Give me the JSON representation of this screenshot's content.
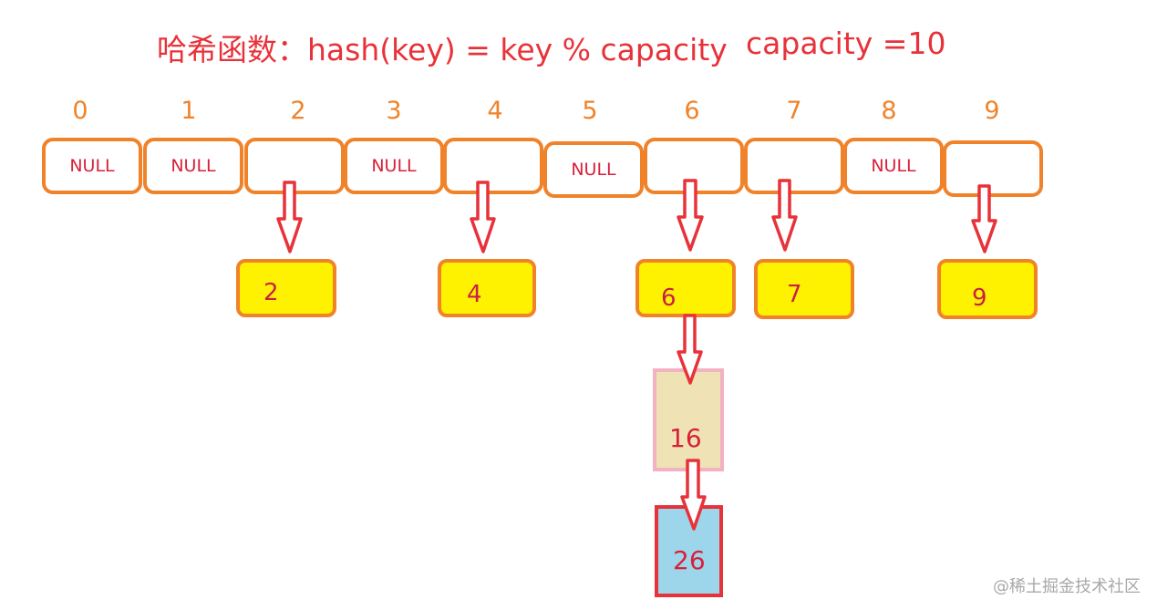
{
  "title": "哈希函数：hash(key) = key % capacity",
  "capacity_label": "capacity =10",
  "slots": [
    {
      "index": "0",
      "label": "NULL"
    },
    {
      "index": "1",
      "label": "NULL"
    },
    {
      "index": "2",
      "label": ""
    },
    {
      "index": "3",
      "label": "NULL"
    },
    {
      "index": "4",
      "label": ""
    },
    {
      "index": "5",
      "label": "NULL"
    },
    {
      "index": "6",
      "label": ""
    },
    {
      "index": "7",
      "label": ""
    },
    {
      "index": "8",
      "label": "NULL"
    },
    {
      "index": "9",
      "label": ""
    }
  ],
  "nodes": [
    "2",
    "4",
    "6",
    "7",
    "9"
  ],
  "chain": [
    "16",
    "26"
  ],
  "watermark": "@稀土掘金技术社区",
  "colors": {
    "title": "#e8323a",
    "index": "#f0832a",
    "slot_border": "#f0832a",
    "node_fill": "#fff200",
    "arrow": "#e8323a",
    "chain16_fill": "#efe2b4",
    "chain26_fill": "#9dd6ea"
  }
}
